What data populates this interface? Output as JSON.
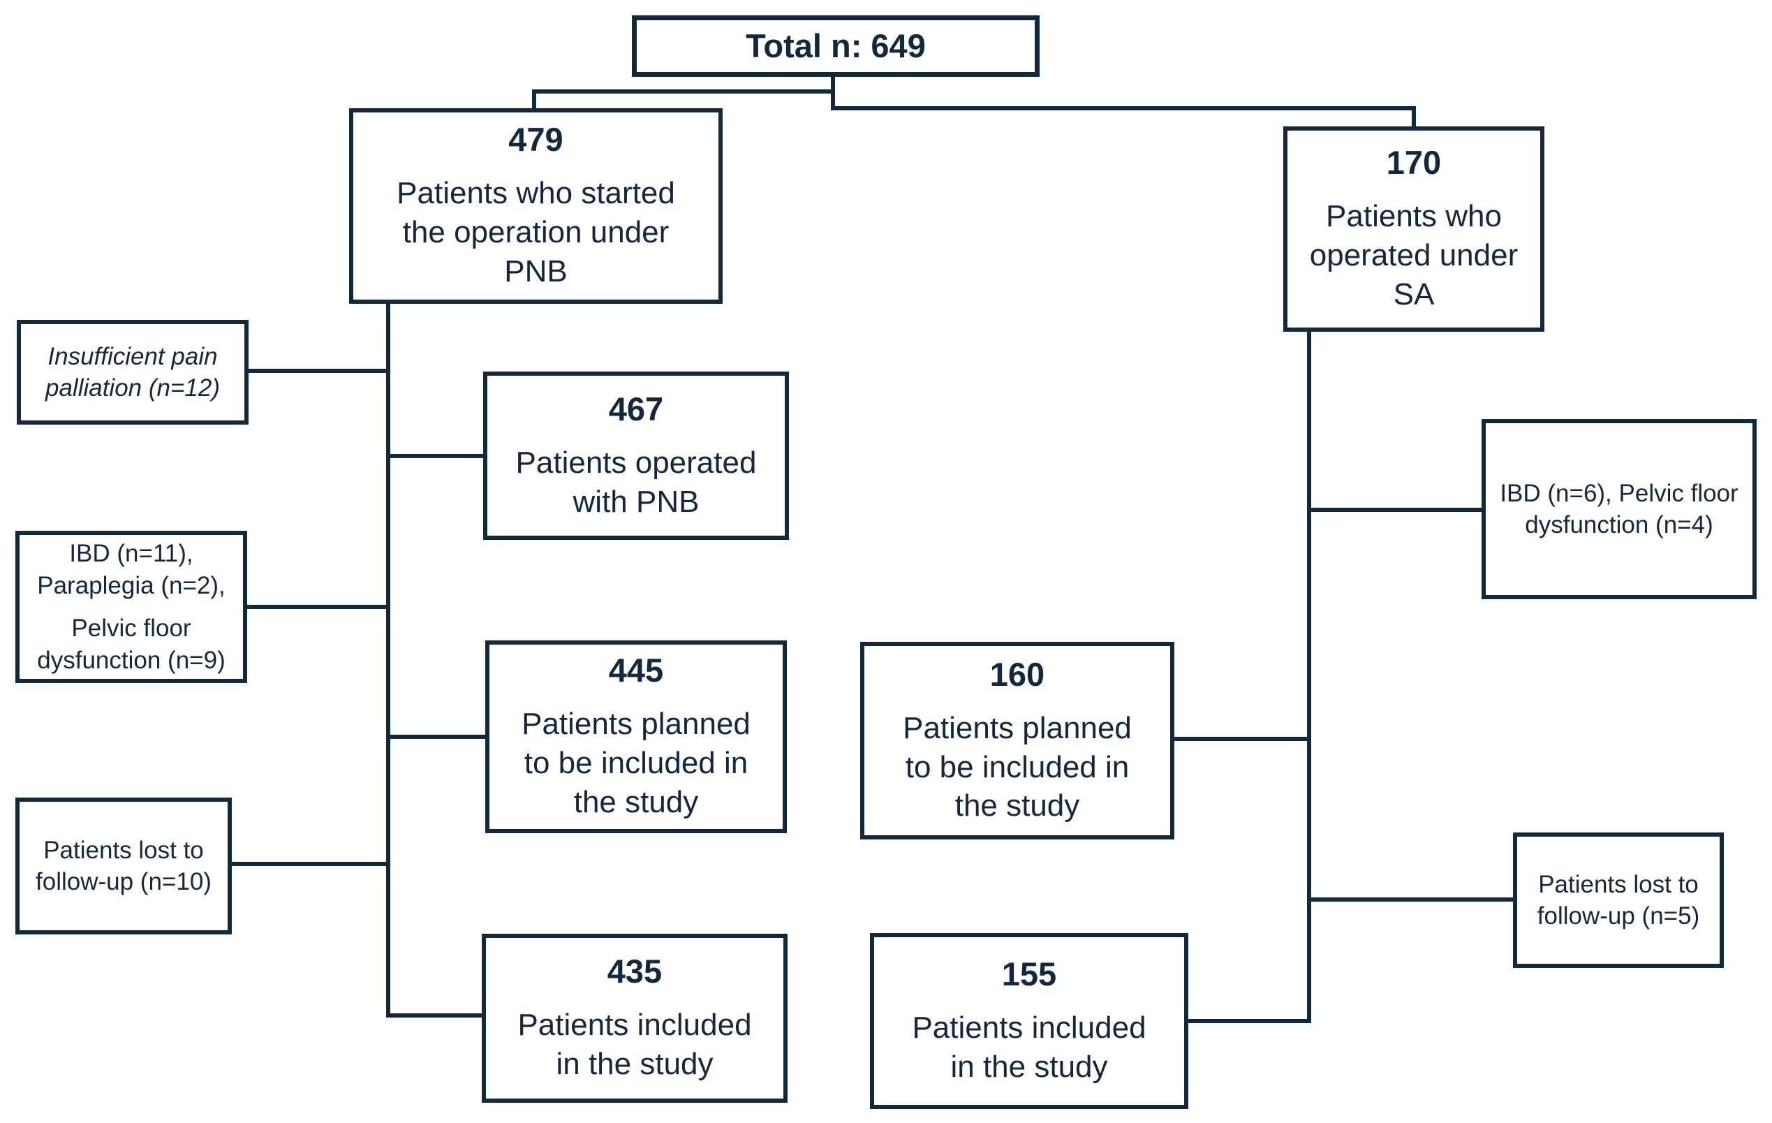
{
  "colors": {
    "line": "#13273d",
    "background": "#ffffff"
  },
  "boxes": {
    "total": {
      "text": "Total n: 649"
    },
    "pnb": {
      "number": "479",
      "label": "Patients who started\nthe operation under\nPNB"
    },
    "sa": {
      "number": "170",
      "label": "Patients who\noperated under\nSA"
    },
    "operated_pnb": {
      "number": "467",
      "label": "Patients operated\nwith PNB"
    },
    "planned_pnb": {
      "number": "445",
      "label": "Patients planned\nto be included in\nthe study"
    },
    "included_pnb": {
      "number": "435",
      "label": "Patients included\nin the study"
    },
    "planned_sa": {
      "number": "160",
      "label": "Patients planned\nto be included in\nthe study"
    },
    "included_sa": {
      "number": "155",
      "label": "Patients included\nin the study"
    },
    "excluded_pain": {
      "label": "Insufficient pain\npalliation (n=12)"
    },
    "excluded_ibd_pnb": {
      "lines": [
        "IBD (n=11),\nParaplegia (n=2),",
        "Pelvic floor\ndysfunction (n=9)"
      ]
    },
    "excluded_lost_pnb": {
      "label": "Patients lost to\nfollow-up (n=10)"
    },
    "excluded_ibd_sa": {
      "label": "IBD (n=6), Pelvic floor\ndysfunction (n=4)"
    },
    "excluded_lost_sa": {
      "label": "Patients lost to\nfollow-up (n=5)"
    }
  }
}
